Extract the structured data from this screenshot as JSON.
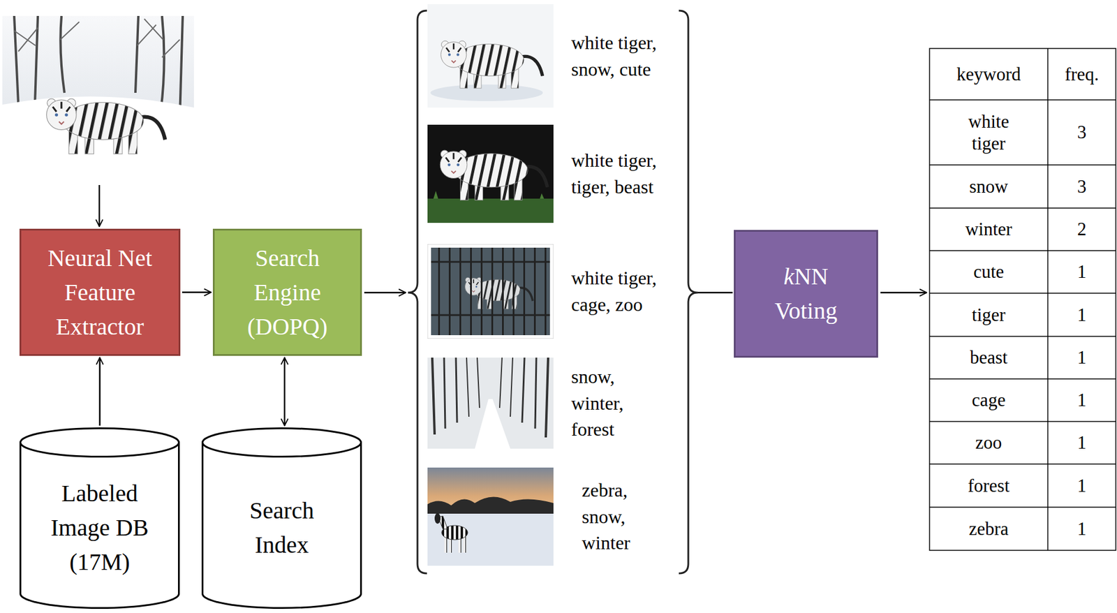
{
  "diagram": {
    "nodes": [
      {
        "text": [
          "Neural Net Feature Extractor"
        ]
      },
      {
        "text": [
          "Search Engine (DOPQ)"
        ]
      },
      {
        "text": [
          "Labeled Image DB (17M)"
        ]
      },
      {
        "text": [
          "Search Index"
        ]
      },
      {
        "text": [
          "kNN Voting"
        ]
      }
    ],
    "edges": [
      {
        "from": 2,
        "to": 0,
        "arrow": "to"
      },
      {
        "from": 0,
        "to": 1,
        "arrow": "to"
      },
      {
        "from": 1,
        "to": 3,
        "arrow": "both"
      }
    ],
    "labels": [
      "white tiger, snow, cute",
      "white tiger, tiger, beast",
      "white tiger, cage, zoo",
      "snow, winter, forest",
      "zebra, snow, winter",
      "keyword",
      "freq.",
      "white tiger",
      "3",
      "snow",
      "3",
      "winter",
      "2",
      "cute",
      "1",
      "tiger",
      "1",
      "beast",
      "1",
      "cage",
      "1",
      "zoo",
      "1",
      "forest",
      "1",
      "zebra",
      "1"
    ]
  }
}
